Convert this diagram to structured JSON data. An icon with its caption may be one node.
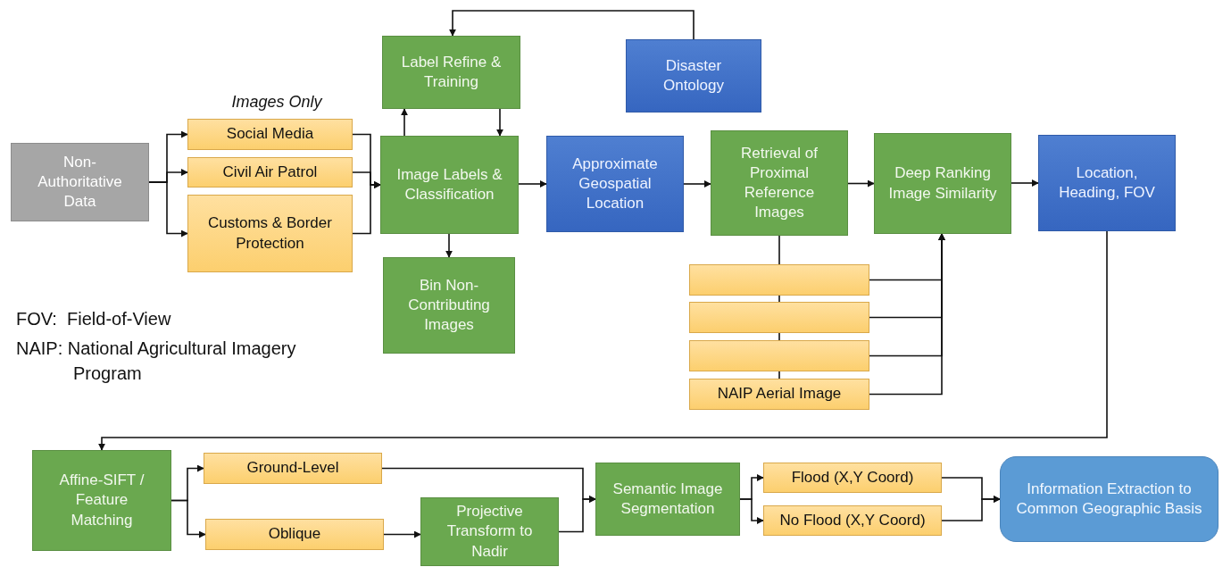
{
  "diagram": {
    "nodes": [
      {
        "text": [
          "Non-Authoritative Data"
        ]
      },
      {
        "text": [
          "Social Media"
        ]
      },
      {
        "text": [
          "Civil Air Patrol"
        ]
      },
      {
        "text": [
          "Customs & Border Protection"
        ]
      },
      {
        "text": [
          "Label Refine & Training"
        ]
      },
      {
        "text": [
          "Image Labels & Classification"
        ]
      },
      {
        "text": [
          "Bin Non-Contributing Images"
        ]
      },
      {
        "text": [
          "Disaster Ontology"
        ]
      },
      {
        "text": [
          "Approximate Geospatial Location"
        ]
      },
      {
        "text": [
          "Retrieval of Proximal Reference Images"
        ]
      },
      {
        "text": [
          "Deep Ranking Image Similarity"
        ]
      },
      {
        "text": [
          "Location, Heading, FOV"
        ]
      },
      {
        "text": [],
        "shape": "box"
      },
      {
        "text": [],
        "shape": "box"
      },
      {
        "text": [],
        "shape": "box"
      },
      {
        "text": [
          "NAIP Aerial Image"
        ]
      },
      {
        "text": [
          "Affine-SIFT / Feature Matching"
        ]
      },
      {
        "text": [
          "Ground-Level"
        ]
      },
      {
        "text": [
          "Oblique"
        ]
      },
      {
        "text": [
          "Projective Transform to Nadir"
        ]
      },
      {
        "text": [
          "Semantic Image Segmentation"
        ]
      },
      {
        "text": [
          "Flood (X,Y Coord)"
        ]
      },
      {
        "text": [
          "No Flood (X,Y Coord)"
        ]
      },
      {
        "text": [
          "Information Extraction to Common Geographic Basis"
        ]
      }
    ],
    "edges": [
      {
        "from": 0,
        "to": 1,
        "arrow": "to"
      },
      {
        "from": 0,
        "to": 2,
        "arrow": "to"
      },
      {
        "from": 0,
        "to": 3,
        "arrow": "to"
      },
      {
        "from": 1,
        "to": 5,
        "arrow": "to"
      },
      {
        "from": 2,
        "to": 5,
        "arrow": "to"
      },
      {
        "from": 3,
        "to": 5,
        "arrow": "to"
      },
      {
        "from": 5,
        "to": 4,
        "arrow": "to"
      },
      {
        "from": 4,
        "to": 5,
        "arrow": "to"
      },
      {
        "from": 7,
        "to": 4,
        "arrow": "to"
      },
      {
        "from": 5,
        "to": 6,
        "arrow": "to"
      },
      {
        "from": 5,
        "to": 8,
        "arrow": "to"
      },
      {
        "from": 8,
        "to": 9,
        "arrow": "to"
      },
      {
        "from": 9,
        "to": 10,
        "arrow": "to"
      },
      {
        "from": 10,
        "to": 11,
        "arrow": "to"
      },
      {
        "from": 9,
        "to": 12,
        "arrow": "none"
      },
      {
        "from": 12,
        "to": 13,
        "arrow": "none"
      },
      {
        "from": 13,
        "to": 14,
        "arrow": "none"
      },
      {
        "from": 14,
        "to": 15,
        "arrow": "none"
      },
      {
        "from": 12,
        "to": 10,
        "arrow": "to"
      },
      {
        "from": 13,
        "to": 10,
        "arrow": "to"
      },
      {
        "from": 14,
        "to": 10,
        "arrow": "to"
      },
      {
        "from": 15,
        "to": 10,
        "arrow": "to"
      },
      {
        "from": 11,
        "to": 16,
        "arrow": "to"
      },
      {
        "from": 16,
        "to": 17,
        "arrow": "to"
      },
      {
        "from": 16,
        "to": 18,
        "arrow": "to"
      },
      {
        "from": 18,
        "to": 19,
        "arrow": "to"
      },
      {
        "from": 17,
        "to": 20,
        "arrow": "to"
      },
      {
        "from": 19,
        "to": 20,
        "arrow": "to"
      },
      {
        "from": 20,
        "to": 21,
        "arrow": "to"
      },
      {
        "from": 20,
        "to": 22,
        "arrow": "to"
      },
      {
        "from": 21,
        "to": 23,
        "arrow": "to"
      },
      {
        "from": 22,
        "to": 23,
        "arrow": "to"
      }
    ],
    "labels": [
      "Images Only",
      "FOV:  Field-of-View",
      "NAIP: National Agricultural Imagery Program"
    ]
  }
}
